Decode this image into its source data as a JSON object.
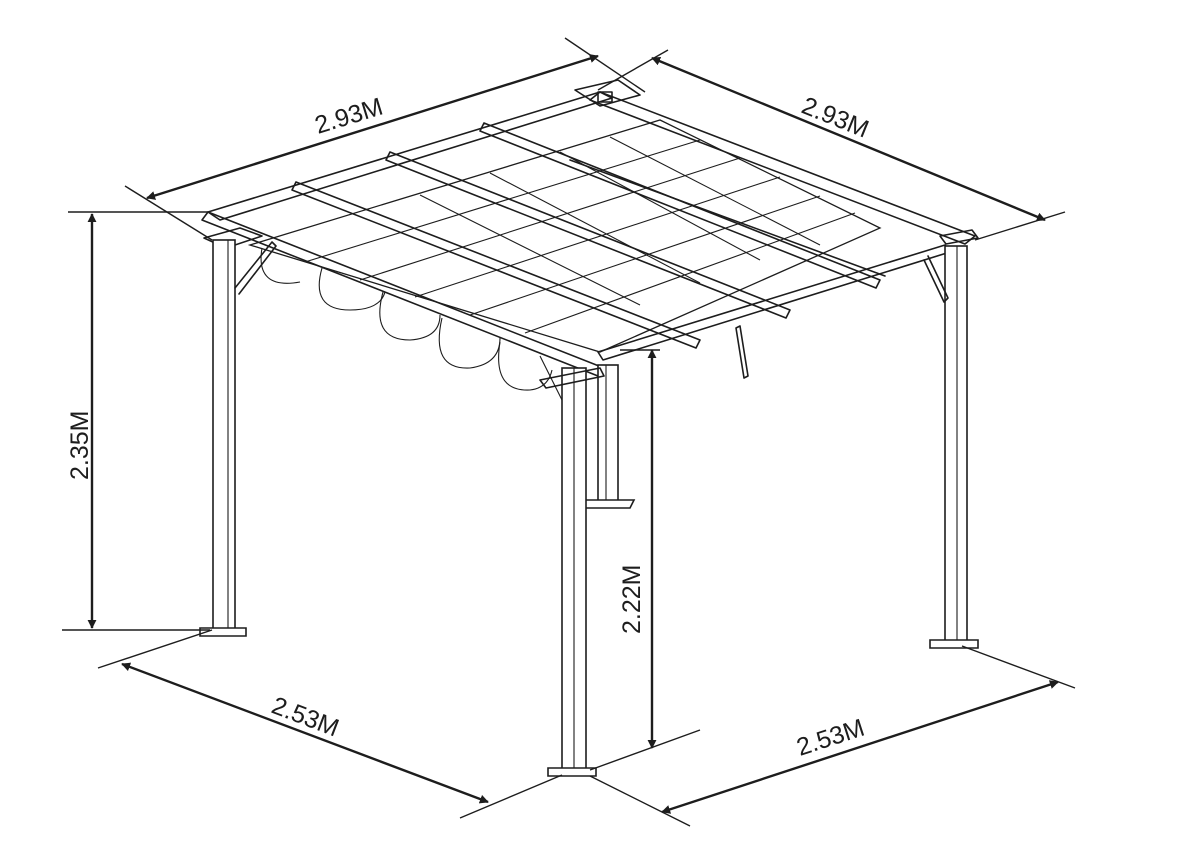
{
  "diagram": {
    "subject": "Pergola with retractable canopy",
    "dimensions": {
      "top_left_length": "2.93M",
      "top_right_length": "2.93M",
      "total_height": "2.35M",
      "clearance_height": "2.22M",
      "base_left_length": "2.53M",
      "base_right_length": "2.53M"
    },
    "colors": {
      "line": "#1d1d1d",
      "background": "#ffffff"
    }
  }
}
